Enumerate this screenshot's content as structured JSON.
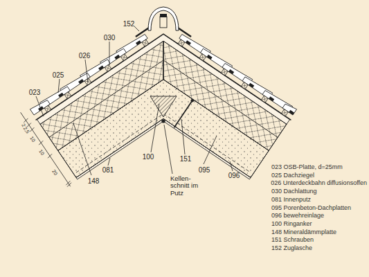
{
  "diagram": {
    "labels": [
      "152",
      "030",
      "026",
      "025",
      "023",
      "148",
      "081",
      "100",
      "Kellen- schnitt im Putz",
      "151",
      "095",
      "096",
      "2",
      "2,5",
      "10",
      "10",
      "20",
      "023 OSB-Platte, d=25mm",
      "025 Dachziegel",
      "026 Unterdeckbahn diffusionsoffen",
      "030 Dachlattung",
      "081 Innenputz",
      "095 Porenbeton-Dachplatten",
      "096 bewehreinlage",
      "100 Ringanker",
      "148 Mineraldämmplatte",
      "151 Schrauben",
      "152 Zuglasche"
    ]
  }
}
